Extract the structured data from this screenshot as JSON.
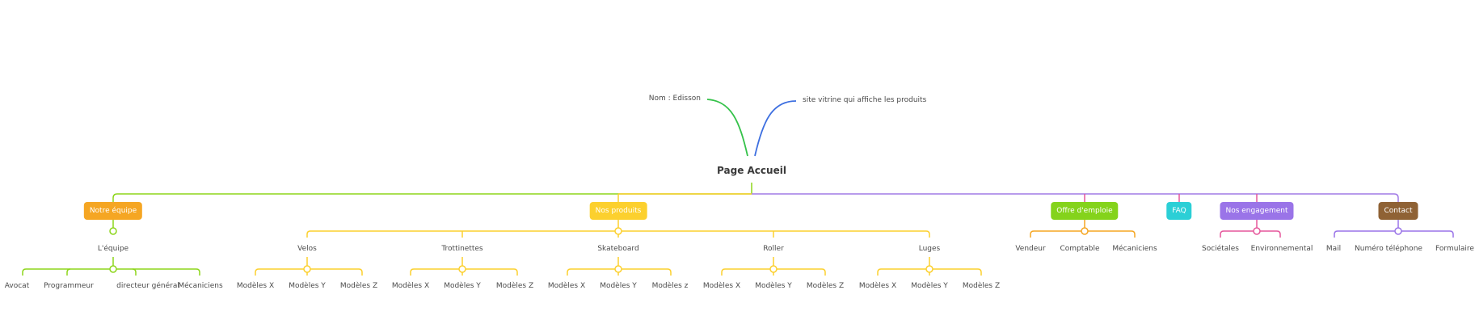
{
  "root": "Page Accueil",
  "top_notes": {
    "left": "Nom : Edisson",
    "right": "site vitrine qui affiche les produits"
  },
  "colors": {
    "green": "#8dd61b",
    "yellow": "#fcd02e",
    "orange": "#f5a623",
    "lime": "#84d31b",
    "cyan": "#2bcfd6",
    "pink": "#e5579b",
    "violet": "#9a74e8",
    "brown": "#8f6235",
    "note_left": "#35c24a",
    "note_right": "#3d6fe0",
    "main_line": "#a17ae6"
  },
  "branches": {
    "equipe": {
      "label": "Notre équipe",
      "sub": "L'équipe",
      "leaves": [
        "Avocat",
        "Programmeur",
        "directeur général",
        "Mécaniciens"
      ]
    },
    "produits": {
      "label": "Nos produits",
      "groups": [
        {
          "label": "Velos",
          "leaves": [
            "Modèles X",
            "Modèles Y",
            "Modèles Z"
          ]
        },
        {
          "label": "Trottinettes",
          "leaves": [
            "Modèles X",
            "Modèles Y",
            "Modèles Z"
          ]
        },
        {
          "label": "Skateboard",
          "leaves": [
            "Modèles X",
            "Modèles Y",
            "Modèles z"
          ]
        },
        {
          "label": "Roller",
          "leaves": [
            "Modèles X",
            "Modèles Y",
            "Modèles Z"
          ]
        },
        {
          "label": "Luges",
          "leaves": [
            "Modèles X",
            "Modèles Y",
            "Modèles Z"
          ]
        }
      ]
    },
    "emploi": {
      "label": "Offre d'emploie",
      "leaves": [
        "Vendeur",
        "Comptable",
        "Mécaniciens"
      ]
    },
    "faq": {
      "label": "FAQ"
    },
    "engagement": {
      "label": "Nos engagement",
      "leaves": [
        "Sociétales",
        "Environnemental"
      ]
    },
    "contact": {
      "label": "Contact",
      "leaves": [
        "Mail",
        "Numéro téléphone",
        "Formulaire"
      ]
    }
  }
}
